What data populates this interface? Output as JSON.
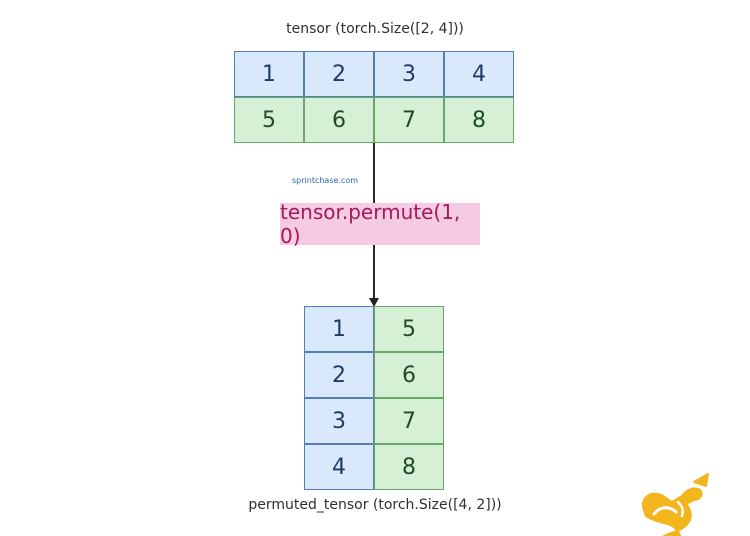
{
  "top": {
    "caption": "tensor (torch.Size([2, 4]))",
    "rows": [
      [
        "1",
        "2",
        "3",
        "4"
      ],
      [
        "5",
        "6",
        "7",
        "8"
      ]
    ]
  },
  "operation": {
    "label": "tensor.permute(1, 0)"
  },
  "watermark": "sprintchase.com",
  "bottom": {
    "caption": "permuted_tensor (torch.Size([4, 2]))",
    "rows": [
      [
        "1",
        "5"
      ],
      [
        "2",
        "6"
      ],
      [
        "3",
        "7"
      ],
      [
        "4",
        "8"
      ]
    ]
  },
  "colors": {
    "blue_fill": "#dae8fc",
    "blue_border": "#4f80b8",
    "green_fill": "#d5f0d5",
    "green_border": "#6aa66a",
    "op_fill": "#f4cbe1",
    "op_text": "#a3195b",
    "logo": "#f2b51c"
  },
  "icons": {
    "logo": "yellow-brand-logo"
  }
}
